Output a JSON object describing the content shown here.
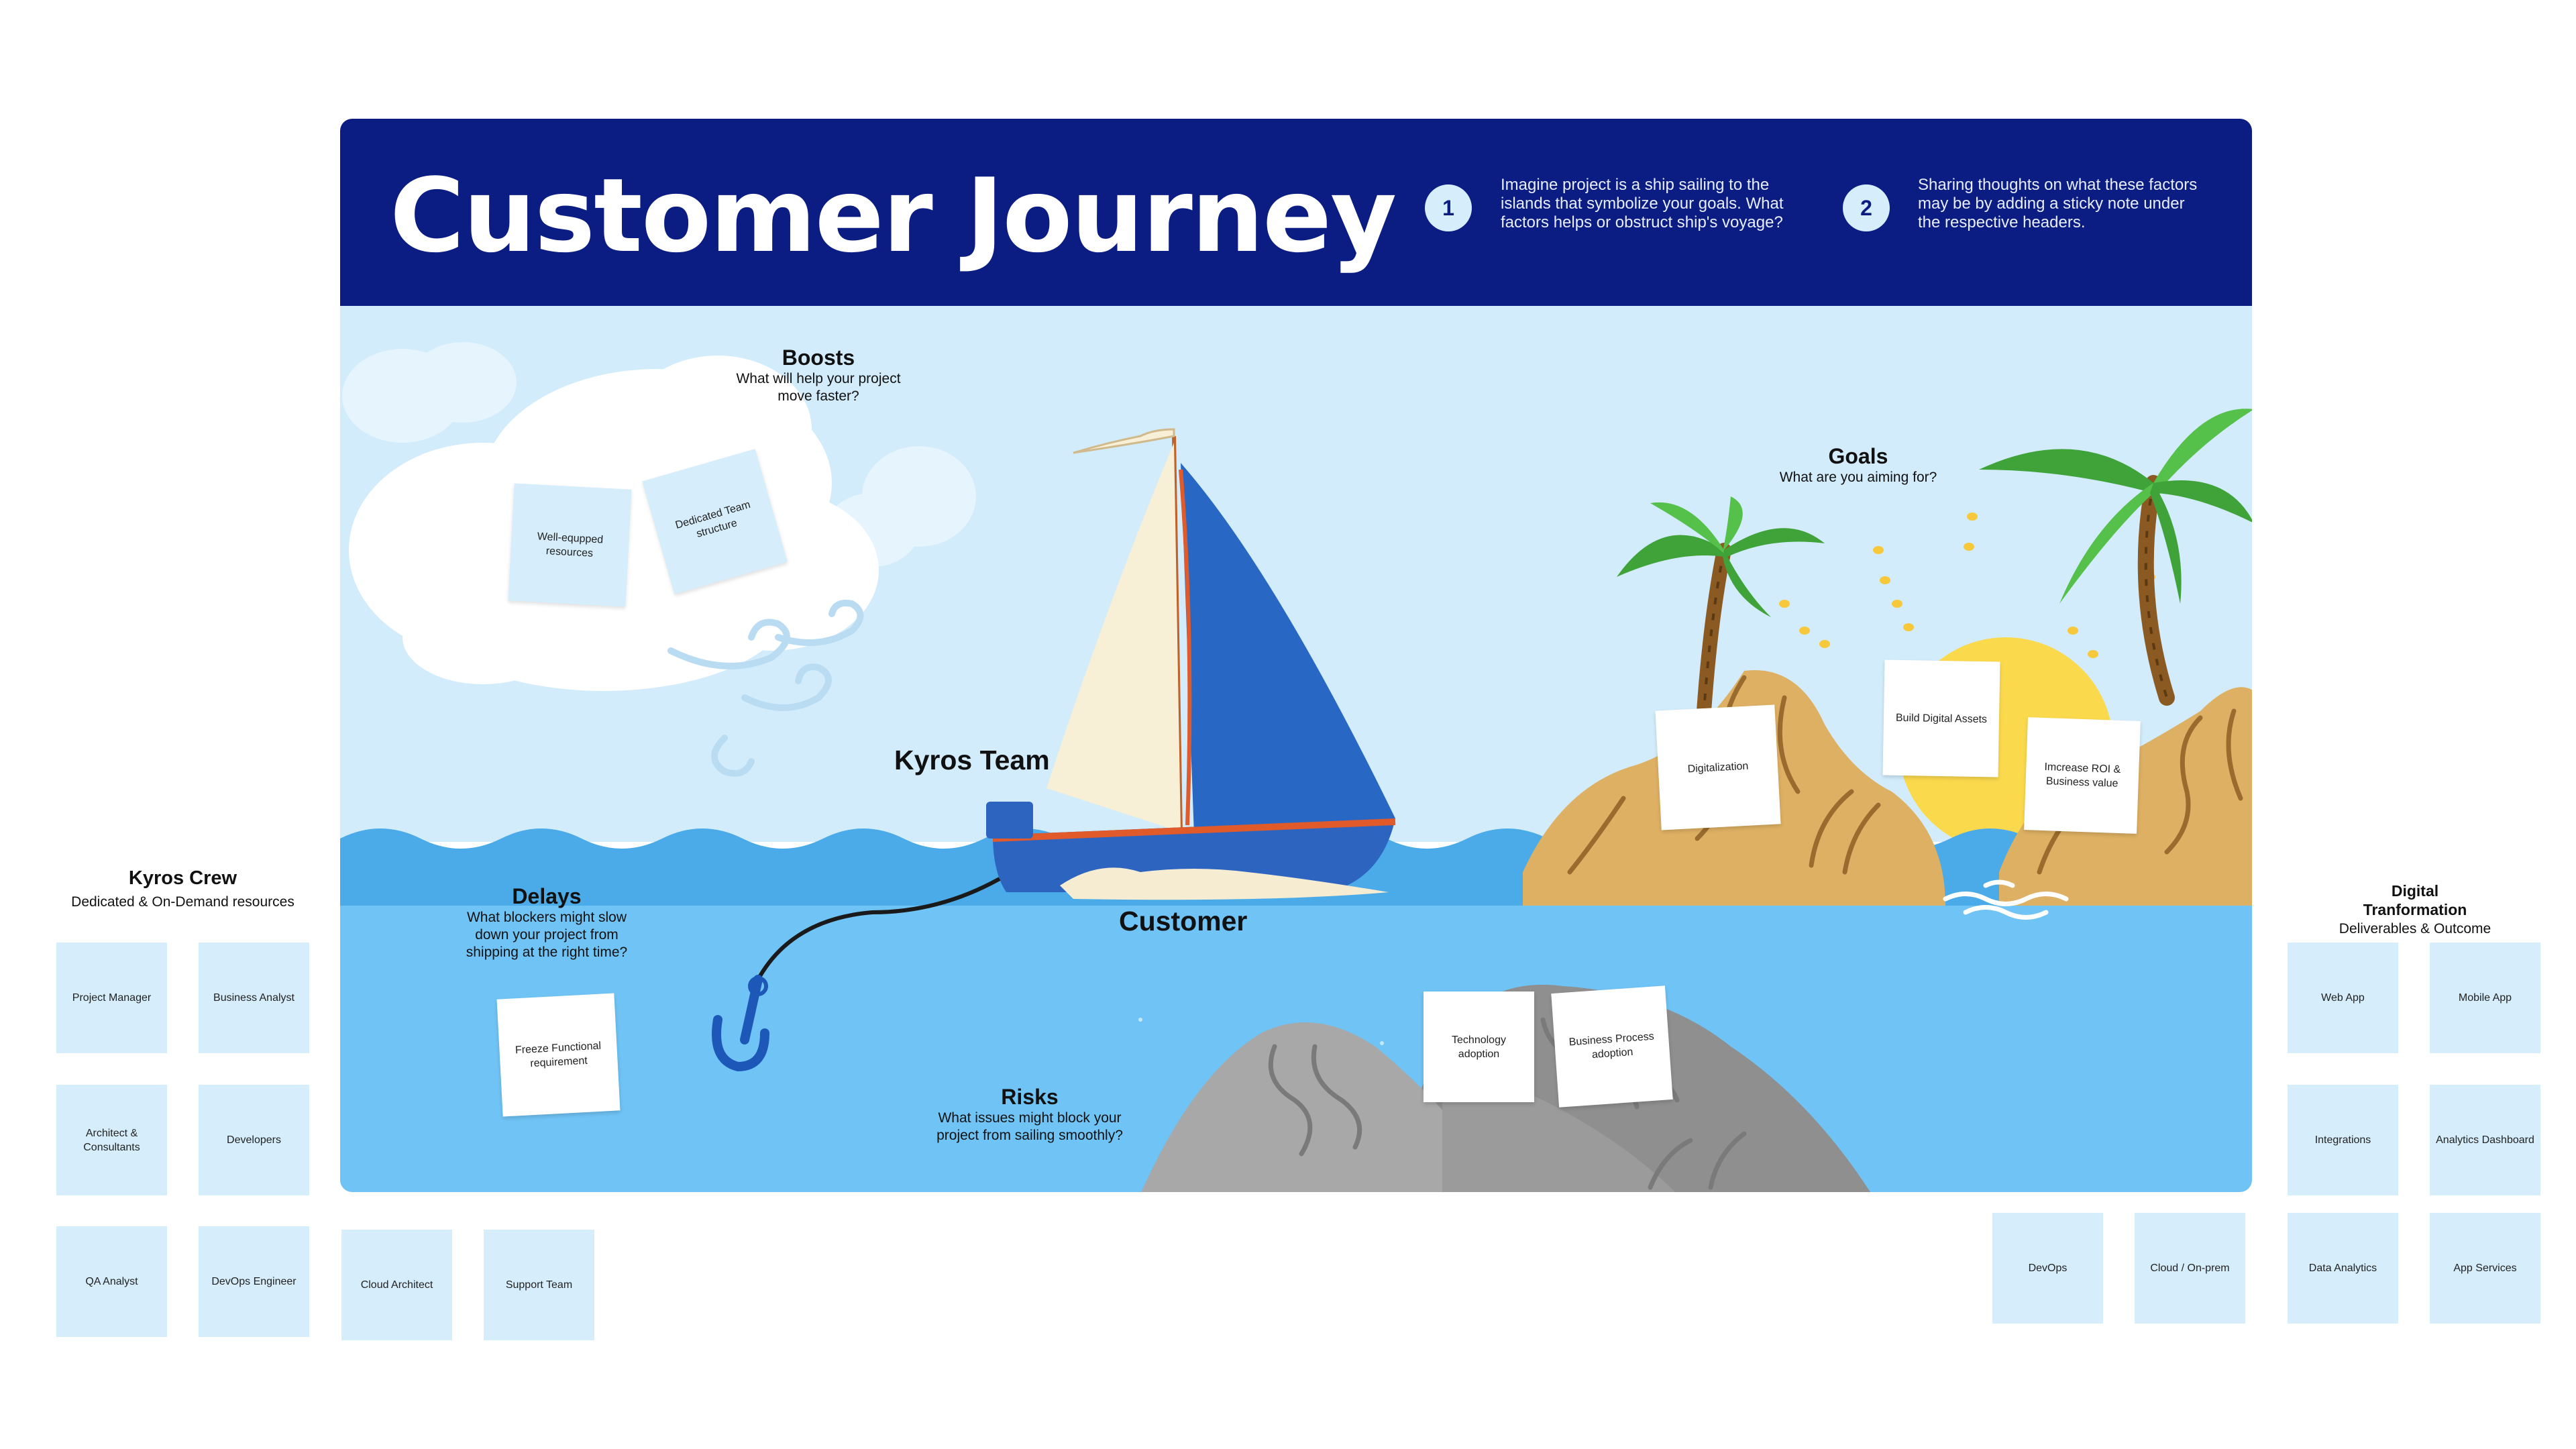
{
  "header": {
    "title": "Customer Journey",
    "steps": [
      {
        "num": "1",
        "text": "Imagine project is a ship sailing to the islands that symbolize your goals. What factors helps or obstruct ship's voyage?"
      },
      {
        "num": "2",
        "text": "Sharing thoughts on what these factors may be by adding a sticky note under the respective headers."
      }
    ]
  },
  "sections": {
    "boosts": {
      "title": "Boosts",
      "subtitle_1": "What will help your project",
      "subtitle_2": "move faster?"
    },
    "goals": {
      "title": "Goals",
      "subtitle_1": "What are you aiming for?"
    },
    "delays": {
      "title": "Delays",
      "subtitle_1": "What blockers might slow",
      "subtitle_2": "down your  project from",
      "subtitle_3": "shipping at the right time?"
    },
    "risks": {
      "title": "Risks",
      "subtitle_1": "What issues might block your",
      "subtitle_2": "project from sailing smoothly?"
    }
  },
  "labels": {
    "team": "Kyros Team",
    "customer": "Customer"
  },
  "notes": {
    "boosts": [
      "Well-equpped resources",
      "Dedicated Team structure"
    ],
    "goals": [
      "Digitalization",
      "Build Digital Assets",
      "Imcrease ROI & Business value"
    ],
    "delays": [
      "Freeze Functional requirement"
    ],
    "risks": [
      "Technology adoption",
      "Business Process adoption"
    ]
  },
  "kyros_crew": {
    "title": "Kyros Crew",
    "subtitle": "Dedicated & On-Demand resources",
    "items": [
      "Project Manager",
      "Business Analyst",
      "Architect & Consultants",
      "Developers",
      "QA Analyst",
      "DevOps Engineer",
      "Cloud Architect",
      "Support Team"
    ]
  },
  "digital_transformation": {
    "title_1": "Digital",
    "title_2": "Tranformation",
    "subtitle": "Deliverables & Outcome",
    "items": [
      "Web App",
      "Mobile App",
      "Integrations",
      "Analytics Dashboard",
      "Data Analytics",
      "App Services",
      "DevOps",
      "Cloud / On-prem"
    ]
  },
  "colors": {
    "header": "#0b1d82",
    "sky": "#d2ecfb",
    "sea_top": "#4aabe8",
    "sea_deep": "#6fc3f5",
    "sticky": "#d6edfb",
    "sail": "#2868c4",
    "sand": "#deb063",
    "rock": "#9a9a9a"
  }
}
